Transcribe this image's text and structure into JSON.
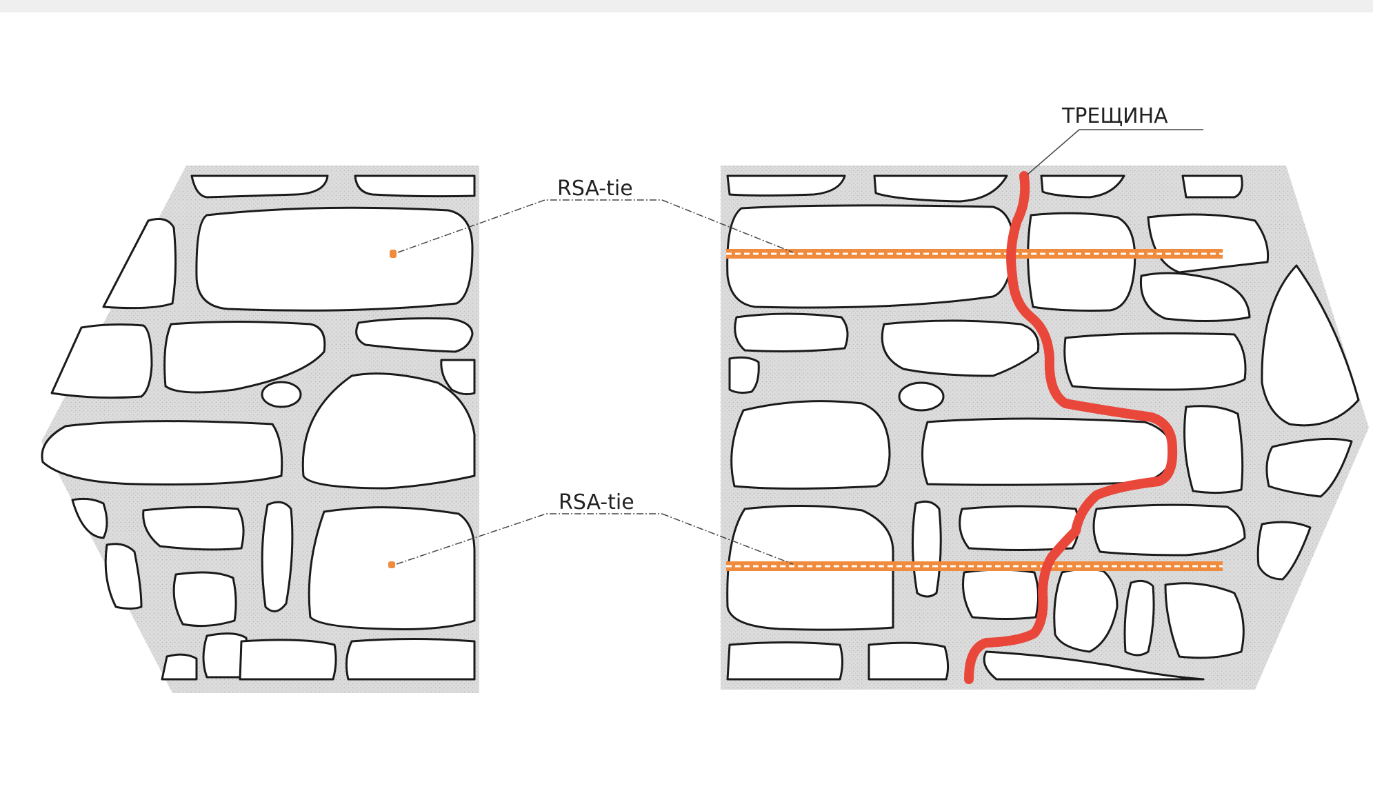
{
  "labels": {
    "tie_upper": "RSA-tie",
    "tie_lower": "RSA-tie",
    "crack": "ТРЕЩИНА"
  },
  "colors": {
    "mortar": "#d9d9d9",
    "stone_outline": "#1a1a1a",
    "stone_fill": "#ffffff",
    "tie": "#f08a3c",
    "crack": "#e8473a"
  }
}
